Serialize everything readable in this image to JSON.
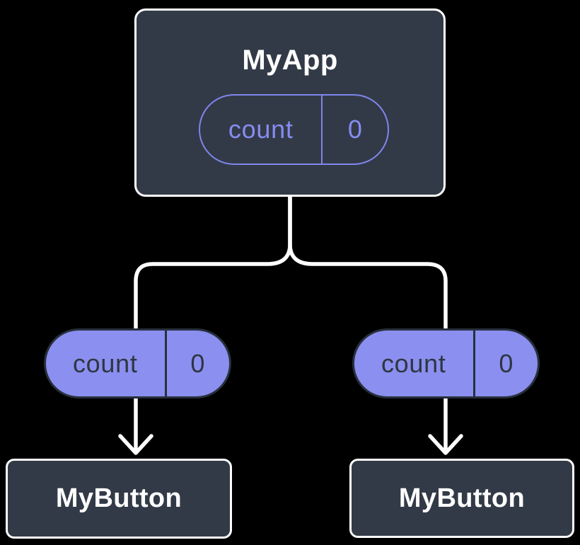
{
  "diagram": {
    "description": "React component tree: parent state passed down as props",
    "colors": {
      "background": "#000000",
      "surface": "#333A47",
      "surface_border": "#FFFFFF",
      "accent_fill": "#8B8FF0",
      "accent_stroke": "#7E86EE",
      "accent_text": "#858CF2",
      "dark_outline": "#28303C",
      "dark_text": "#2E3641",
      "connector_line": "#FFFFFF",
      "title_text": "#FFFFFF"
    },
    "nodes": {
      "app": {
        "title": "MyApp",
        "state": {
          "key": "count",
          "value": "0"
        }
      },
      "left_prop": {
        "key": "count",
        "value": "0"
      },
      "right_prop": {
        "key": "count",
        "value": "0"
      },
      "left_button": {
        "title": "MyButton"
      },
      "right_button": {
        "title": "MyButton"
      }
    }
  }
}
